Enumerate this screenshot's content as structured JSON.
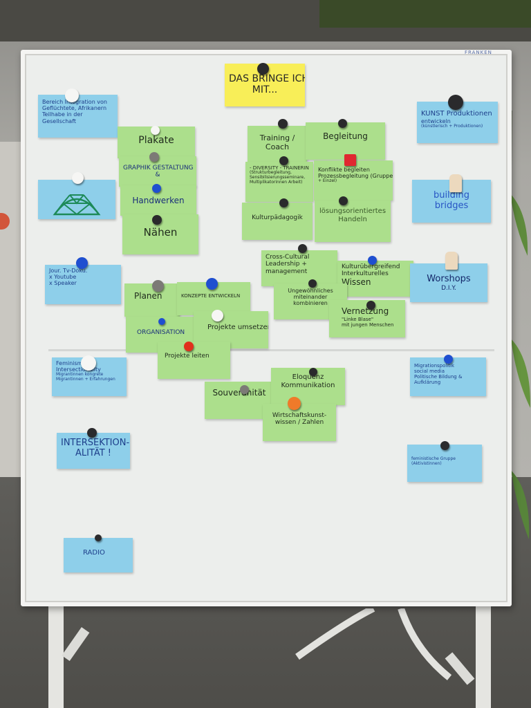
{
  "board": {
    "brand": "FRANKEN",
    "header": {
      "line1": "DAS BRINGE ICH",
      "line2": "MIT..."
    }
  },
  "notes_left": [
    {
      "id": "bereich",
      "lines": [
        "Bereich Integration von",
        "Geflüchtete, Afrikanern",
        "Teilhabe in der",
        "Gesellschaft"
      ]
    },
    {
      "id": "dome",
      "lines": []
    },
    {
      "id": "jour",
      "lines": [
        "Jour. Tv-Doku.",
        "x Youtube",
        "x Speaker"
      ]
    },
    {
      "id": "feminism",
      "lines": [
        "Feminism &",
        "Intersectionality",
        "Migrantinnen kongrete",
        "Migrantinnen + Erfahrungen"
      ]
    },
    {
      "id": "intersektion",
      "lines": [
        "INTERSEKTION-",
        "ALITÄT !"
      ]
    },
    {
      "id": "radio",
      "lines": [
        "RADIO"
      ]
    }
  ],
  "notes_green_left": [
    {
      "id": "plakate",
      "lines": [
        "Plakate"
      ]
    },
    {
      "id": "graphik",
      "lines": [
        "GRAPHIK GESTALTUNG",
        "&"
      ]
    },
    {
      "id": "handwerken",
      "lines": [
        "Handwerken"
      ]
    },
    {
      "id": "naehen",
      "lines": [
        "Nähen"
      ]
    },
    {
      "id": "planen",
      "lines": [
        "Planen"
      ]
    },
    {
      "id": "konzepte",
      "lines": [
        "KONZEPTE ENTWICKELN"
      ]
    },
    {
      "id": "organisation",
      "lines": [
        "ORGANISATION"
      ]
    },
    {
      "id": "projekte-umsetzen",
      "lines": [
        "Projekte umsetzen"
      ]
    },
    {
      "id": "projekte-leiten",
      "lines": [
        "Projekte leiten"
      ]
    }
  ],
  "notes_green_center": [
    {
      "id": "training",
      "lines": [
        "Training /",
        "Coach"
      ]
    },
    {
      "id": "begleitung",
      "lines": [
        "Begleitung"
      ]
    },
    {
      "id": "diversity",
      "lines": [
        "- DIVERSITY - TRAINERIN",
        "(Strukturbegleitung,",
        "Sensibilisierungsseminare,",
        "Multiplikatorinnen Arbeit)"
      ]
    },
    {
      "id": "konflikte",
      "lines": [
        "Konflikte begleiten",
        "Prozessbegleitung (Gruppe,",
        "+ Einzel)"
      ]
    },
    {
      "id": "kulturpaedagogik",
      "lines": [
        "Kulturpädagogik"
      ]
    },
    {
      "id": "loesung",
      "lines": [
        "lösungsorientiertes",
        "Handeln"
      ]
    },
    {
      "id": "cross",
      "lines": [
        "Cross-Cultural",
        "Leadership +",
        "management"
      ]
    },
    {
      "id": "kultur",
      "lines": [
        "Kulturübergreifend",
        "Interkulturelles",
        "Wissen"
      ]
    },
    {
      "id": "ungewoehnlich",
      "lines": [
        "Ungewöhnliches",
        "miteinander",
        "kombinieren"
      ]
    },
    {
      "id": "vernetzung",
      "lines": [
        "Vernetzung",
        "\"Linke Blase\"",
        "mit jungen Menschen"
      ]
    },
    {
      "id": "souveraenitaet",
      "lines": [
        "Souveränität"
      ]
    },
    {
      "id": "eloquenz",
      "lines": [
        "Eloquenz",
        "Kommunikation"
      ]
    },
    {
      "id": "wirtschaft",
      "lines": [
        "Wirtschaftskunst-",
        "wissen / Zahlen"
      ]
    }
  ],
  "notes_right": [
    {
      "id": "kunst",
      "lines": [
        "KUNST Produktionen",
        "entwickeln",
        "(künstlerisch + Produktionen)"
      ]
    },
    {
      "id": "building",
      "lines": [
        "building",
        "bridges"
      ]
    },
    {
      "id": "workshops",
      "lines": [
        "Worshops",
        "D.I.Y."
      ]
    },
    {
      "id": "migration",
      "lines": [
        "Migrationspolitik",
        "social media",
        "Politische Bildung &",
        "Aufklärung"
      ]
    },
    {
      "id": "feministische",
      "lines": [
        "feministische Gruppe",
        "(Aktivistinnen)"
      ]
    }
  ]
}
